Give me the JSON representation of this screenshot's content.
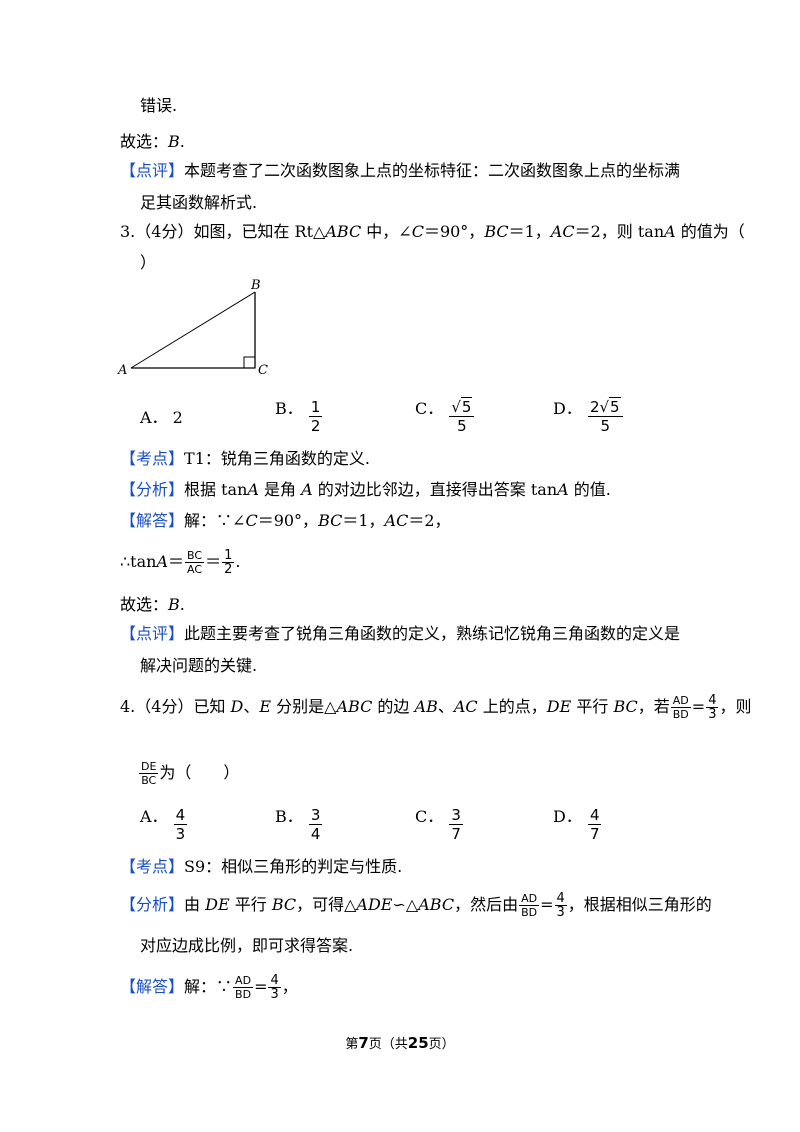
{
  "lines": {
    "l1": "错误.",
    "l2_pre": "故选：",
    "l2_ans": "B",
    "l2_post": ".",
    "dianping_tag": "【点评】",
    "dianping1_a": "本题考查了二次函数图象上点的坐标特征：二次函数图象上点的坐标满",
    "dianping1_b": "足其函数解析式."
  },
  "q3": {
    "stem_a": "3.（4分）如图，已知在 Rt△",
    "stem_abc": "ABC",
    "stem_b": " 中，∠",
    "stem_c": "C",
    "stem_c2": "＝90°，",
    "stem_bc": "BC",
    "stem_d": "＝1，",
    "stem_ac": "AC",
    "stem_e": "＝2，则 tan",
    "stem_a2": "A",
    "stem_f": " 的值为（",
    "stem_close": "）",
    "fig": {
      "label_a": "A",
      "label_b": "B",
      "label_c": "C"
    },
    "options": {
      "a_letter": "A．",
      "a_value": "2",
      "b_letter": "B．",
      "b_num": "1",
      "b_den": "2",
      "c_letter": "C．",
      "c_rad": "5",
      "c_den": "5",
      "d_letter": "D．",
      "d_coef": "2",
      "d_rad": "5",
      "d_den": "5"
    },
    "kaodian_tag": "【考点】",
    "kaodian": "T1：锐角三角函数的定义.",
    "fenxi_tag": "【分析】",
    "fenxi_a": "根据 tan",
    "fenxi_A1": "A",
    "fenxi_b": " 是角 ",
    "fenxi_A2": "A",
    "fenxi_c": " 的对边比邻边，直接得出答案 tan",
    "fenxi_A3": "A",
    "fenxi_d": " 的值.",
    "jieda_tag": "【解答】",
    "jieda_a": "解：∵∠",
    "jieda_C": "C",
    "jieda_b": "＝90°，",
    "jieda_BC": "BC",
    "jieda_c": "＝1，",
    "jieda_AC": "AC",
    "jieda_d": "＝2，",
    "calc_a": "∴tan",
    "calc_A": "A",
    "calc_eq": "＝",
    "calc_num1": "BC",
    "calc_den1": "AC",
    "calc_eq2": "＝",
    "calc_num2": "1",
    "calc_den2": "2",
    "calc_end": ".",
    "xuan_pre": "故选：",
    "xuan_ans": "B",
    "xuan_post": ".",
    "dianping_tag": "【点评】",
    "dianping_a": "此题主要考查了锐角三角函数的定义，熟练记忆锐角三角函数的定义是",
    "dianping_b": "解决问题的关键."
  },
  "q4": {
    "stem_a": "4.（4分）已知 ",
    "stem_D": "D",
    "stem_sep": "、",
    "stem_E": "E",
    "stem_b": " 分别是△",
    "stem_ABC": "ABC",
    "stem_c": " 的边 ",
    "stem_AB": "AB",
    "stem_sep2": "、",
    "stem_AC": "AC",
    "stem_d": " 上的点，",
    "stem_DE": "DE",
    "stem_e": " 平行 ",
    "stem_BC": "BC",
    "stem_f": "，若",
    "ratio_num": "AD",
    "ratio_den": "BD",
    "ratio_eq": "=",
    "ratio_vnum": "4",
    "ratio_vden": "3",
    "stem_g": "，则",
    "q_num": "DE",
    "q_den": "BC",
    "q_tail": "为（　　）",
    "options": {
      "a_letter": "A．",
      "a_num": "4",
      "a_den": "3",
      "b_letter": "B．",
      "b_num": "3",
      "b_den": "4",
      "c_letter": "C．",
      "c_num": "3",
      "c_den": "7",
      "d_letter": "D．",
      "d_num": "4",
      "d_den": "7"
    },
    "kaodian_tag": "【考点】",
    "kaodian": "S9：相似三角形的判定与性质.",
    "fenxi_tag": "【分析】",
    "fenxi_a": "由 ",
    "fenxi_DE": "DE",
    "fenxi_b": " 平行 ",
    "fenxi_BC": "BC",
    "fenxi_c": "，可得△",
    "fenxi_ADE": "ADE",
    "fenxi_d": "∽△",
    "fenxi_ABC": "ABC",
    "fenxi_e": "，然后由",
    "fenxi_num": "AD",
    "fenxi_den": "BD",
    "fenxi_eq": "=",
    "fenxi_vnum": "4",
    "fenxi_vden": "3",
    "fenxi_f": "，根据相似三角形的",
    "fenxi_g": "对应边成比例，即可求得答案.",
    "jieda_tag": "【解答】",
    "jieda_a": "解：∵",
    "jieda_num": "AD",
    "jieda_den": "BD",
    "jieda_eq": "=",
    "jieda_vnum": "4",
    "jieda_vden": "3",
    "jieda_end": "，"
  },
  "footer": {
    "pre": "第",
    "page": "7",
    "mid": "页（共",
    "total": "25",
    "post": "页）"
  },
  "colors": {
    "tag": "#1a4fc4"
  }
}
